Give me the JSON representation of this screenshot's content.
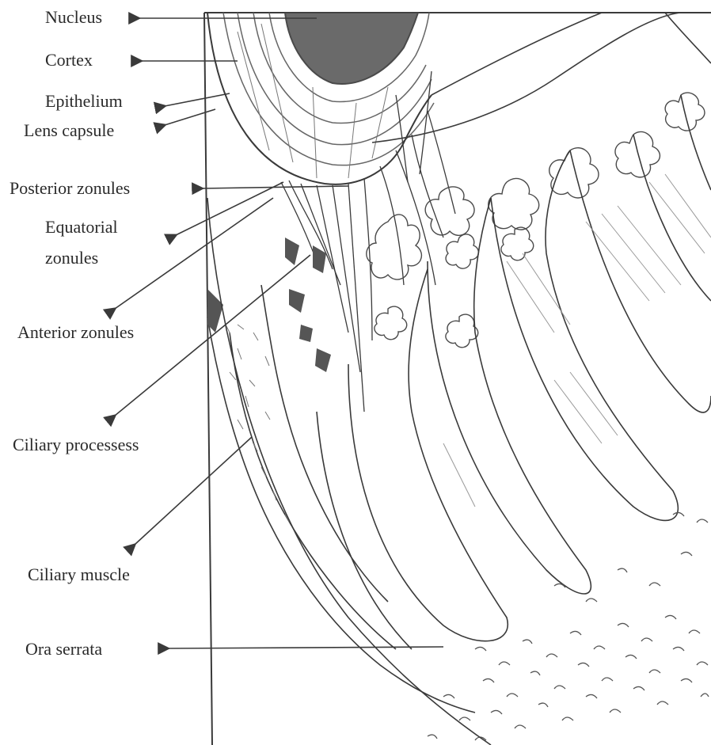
{
  "labels": {
    "nucleus": "Nucleus",
    "cortex": "Cortex",
    "epithelium": "Epithelium",
    "lens_capsule": "Lens capsule",
    "posterior_zonules": "Posterior zonules",
    "equatorial_zonules_line1": "Equatorial",
    "equatorial_zonules_line2": "zonules",
    "anterior_zonules": "Anterior zonules",
    "ciliary_processess": "Ciliary processess",
    "ciliary_muscle": "Ciliary muscle",
    "ora_serrata": "Ora serrata"
  },
  "colors": {
    "ink": "#3a3a3a",
    "label_text": "#2a2a2a",
    "dark_fill": "#555555",
    "background": "#ffffff"
  }
}
